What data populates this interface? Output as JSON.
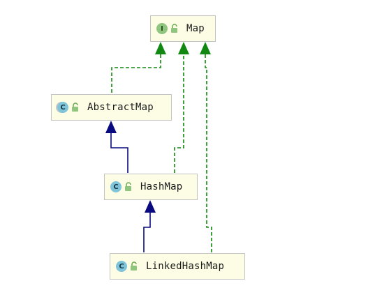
{
  "diagram": {
    "nodes": [
      {
        "id": "map",
        "name": "Map",
        "kind": "interface",
        "kind_letter": "I",
        "icon": "interface-icon"
      },
      {
        "id": "abstractmap",
        "name": "AbstractMap",
        "kind": "abstract",
        "kind_letter": "C",
        "icon": "abstract-class-icon"
      },
      {
        "id": "hashmap",
        "name": "HashMap",
        "kind": "class",
        "kind_letter": "C",
        "icon": "class-icon"
      },
      {
        "id": "linkedhashmap",
        "name": "LinkedHashMap",
        "kind": "class",
        "kind_letter": "C",
        "icon": "class-icon"
      }
    ],
    "edges": [
      {
        "from": "abstractmap",
        "to": "map",
        "type": "implements"
      },
      {
        "from": "hashmap",
        "to": "map",
        "type": "implements"
      },
      {
        "from": "linkedhashmap",
        "to": "map",
        "type": "implements"
      },
      {
        "from": "hashmap",
        "to": "abstractmap",
        "type": "extends"
      },
      {
        "from": "linkedhashmap",
        "to": "hashmap",
        "type": "extends"
      }
    ],
    "colors": {
      "implements": "#118811",
      "extends": "#0a0a80",
      "node_fill": "#fdfde6",
      "node_border": "#c3c3c3"
    }
  }
}
